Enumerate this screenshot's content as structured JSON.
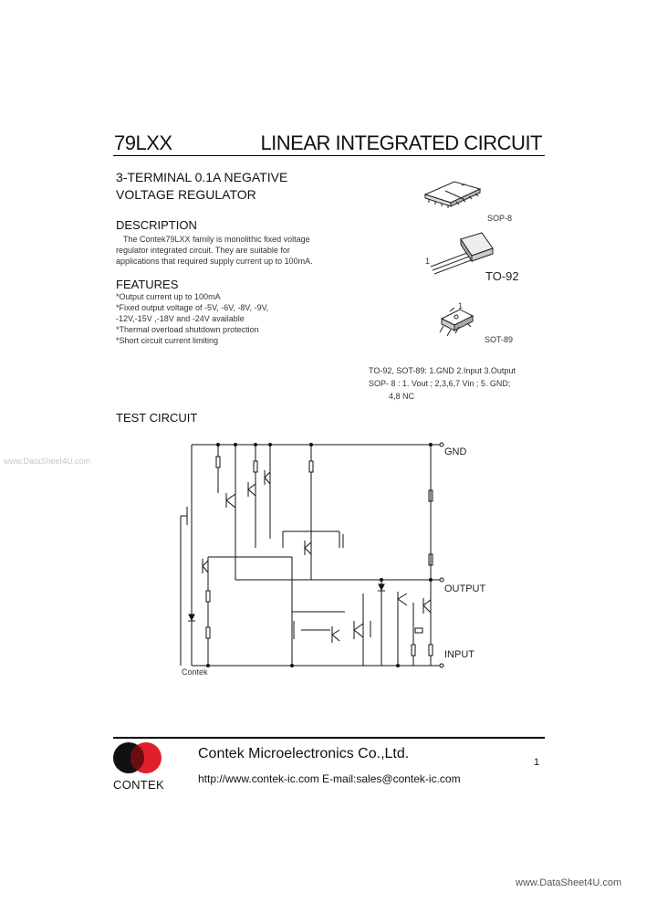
{
  "header": {
    "part_number": "79LXX",
    "title": "LINEAR INTEGRATED CIRCUIT"
  },
  "subtitle": {
    "line1": "3-TERMINAL 0.1A NEGATIVE",
    "line2": "VOLTAGE REGULATOR"
  },
  "description": {
    "heading": "DESCRIPTION",
    "lines": [
      "The Contek79LXX family is monolithic fixed   voltage",
      "regulator integrated circuit. They are suitable for",
      "applications that required supply current up to 100mA."
    ]
  },
  "features": {
    "heading": "FEATURES",
    "lines": [
      "*Output current up to 100mA",
      "*Fixed output voltage of -5V, -6V, -8V, -9V,",
      " -12V,-15V ,-18V and -24V available",
      "*Thermal overload shutdown protection",
      "*Short circuit current limiting"
    ]
  },
  "packages": {
    "sop8": "SOP-8",
    "to92": "TO-92",
    "to92_pin": "1",
    "sot89": "SOT-89",
    "sot89_pin": "1"
  },
  "pin_info": {
    "line1": "TO-92, SOT-89: 1.GND  2.Input  3.Output",
    "line2": "SOP-   8 : 1. Vout ; 2,3,6,7 Vin ; 5. GND;",
    "line3": "4,8 NC"
  },
  "test_circuit": {
    "heading": "TEST CIRCUIT",
    "gnd": "GND",
    "output": "OUTPUT",
    "input": "INPUT",
    "brand_label": "Contek"
  },
  "footer": {
    "company": "Contek Microelectronics Co.,Ltd.",
    "web": "http://www.contek-ic.com  E-mail:sales@contek-ic.com",
    "brand": "CONTEK",
    "page": "1",
    "logo_colors": {
      "left": "#111111",
      "right": "#e0202a"
    }
  },
  "watermarks": {
    "left": "www.DataSheet4U.com",
    "bottom": "www.DataSheet4U.com"
  }
}
